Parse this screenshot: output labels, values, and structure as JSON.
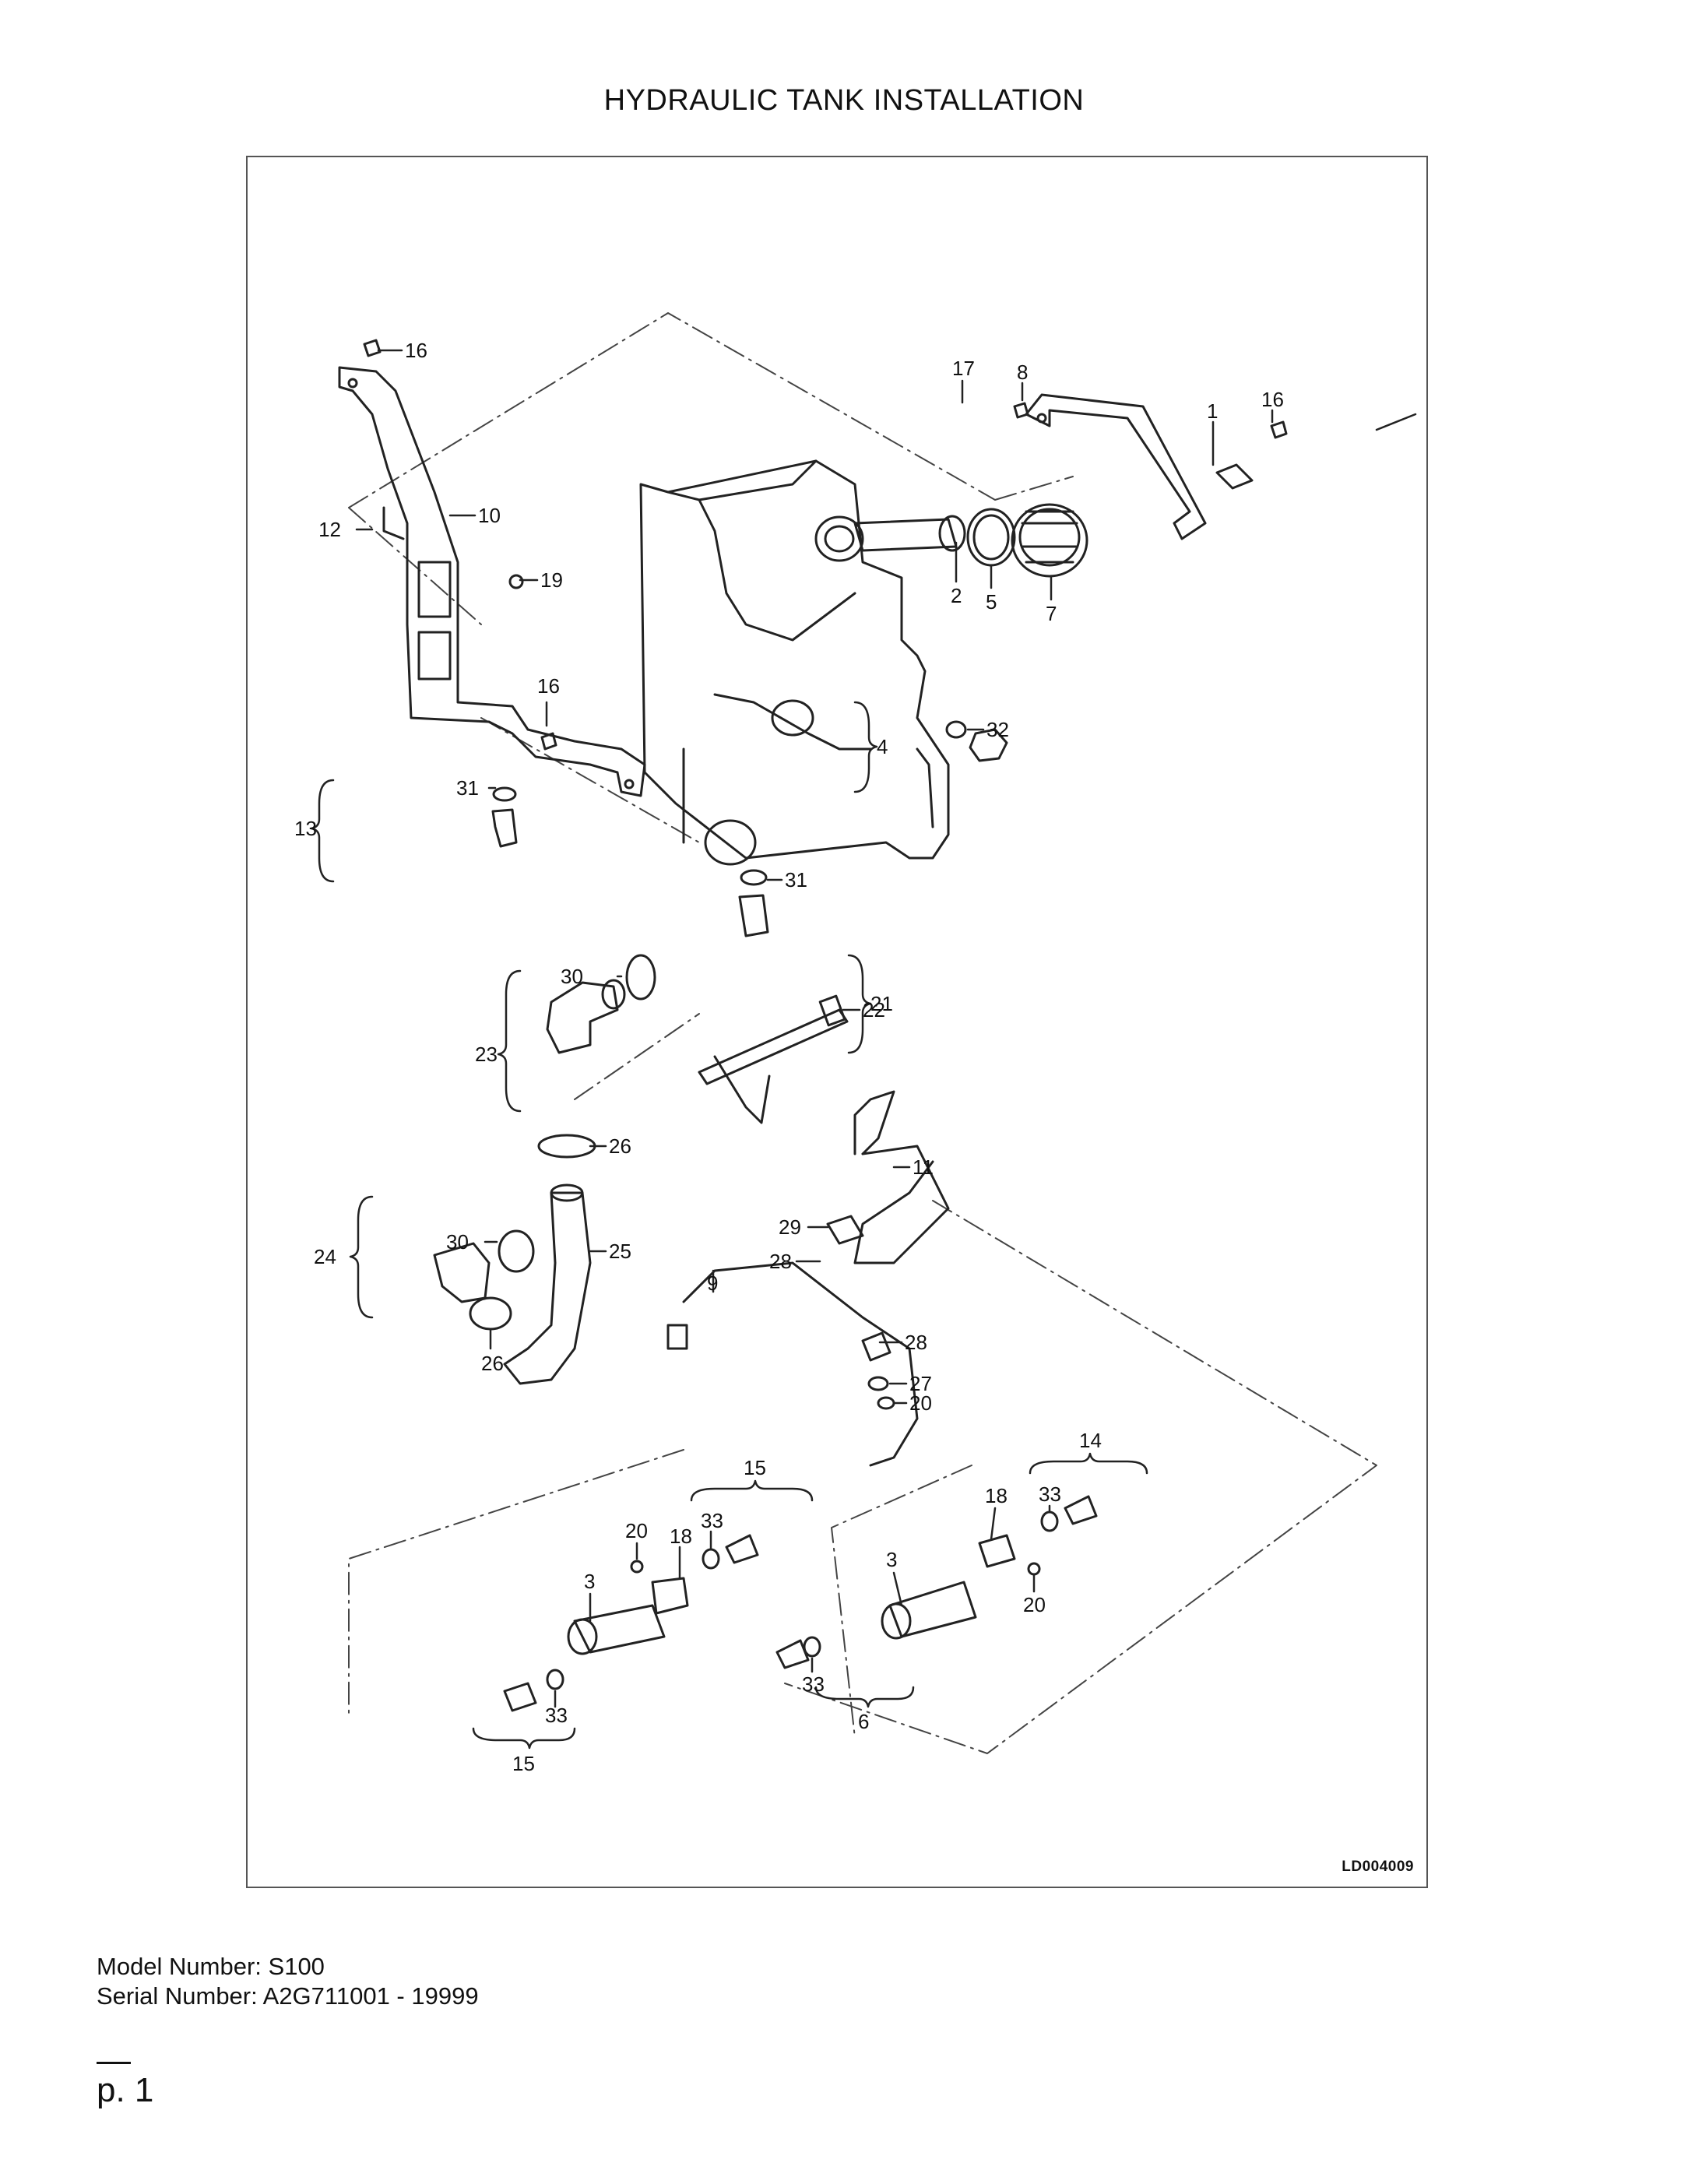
{
  "document": {
    "title": "HYDRAULIC TANK INSTALLATION",
    "drawing_code": "LD004009",
    "model_line": "Model Number: S100",
    "serial_line": "Serial Number: A2G711001 - 19999",
    "page_label": "p. 1"
  },
  "callouts": {
    "c1": "1",
    "c2": "2",
    "c3": "3",
    "c4": "4",
    "c5": "5",
    "c6": "6",
    "c7": "7",
    "c8": "8",
    "c9": "9",
    "c10": "10",
    "c11": "11",
    "c12": "12",
    "c13": "13",
    "c14": "14",
    "c15": "15",
    "c16": "16",
    "c17": "17",
    "c18": "18",
    "c19": "19",
    "c20": "20",
    "c21": "21",
    "c22": "22",
    "c23": "23",
    "c24": "24",
    "c25": "25",
    "c26": "26",
    "c27": "27",
    "c28": "28",
    "c29": "29",
    "c30": "30",
    "c31": "31",
    "c32": "32",
    "c33": "33"
  }
}
